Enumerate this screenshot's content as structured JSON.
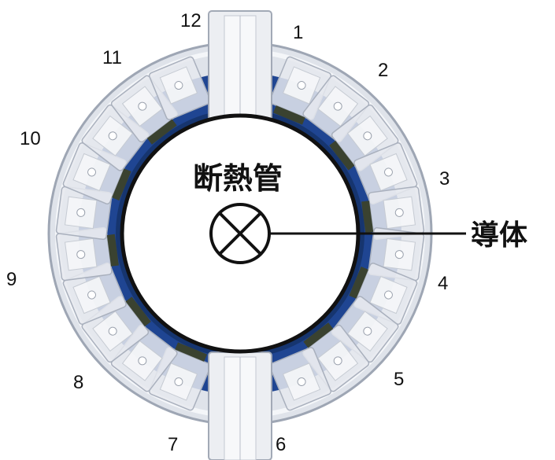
{
  "figure": {
    "position_numbers": [
      "12",
      "1",
      "2",
      "3",
      "4",
      "5",
      "6",
      "7",
      "8",
      "9",
      "10",
      "11"
    ],
    "insulation_label": "断熱管",
    "conductor_label": "導体"
  },
  "colors": {
    "ring_blue": "#1f4592",
    "acrylic": "#e6e9ef",
    "acrylic_edge": "#a9b0bd",
    "sensor_board": "#3a4230",
    "text": "#111111"
  }
}
